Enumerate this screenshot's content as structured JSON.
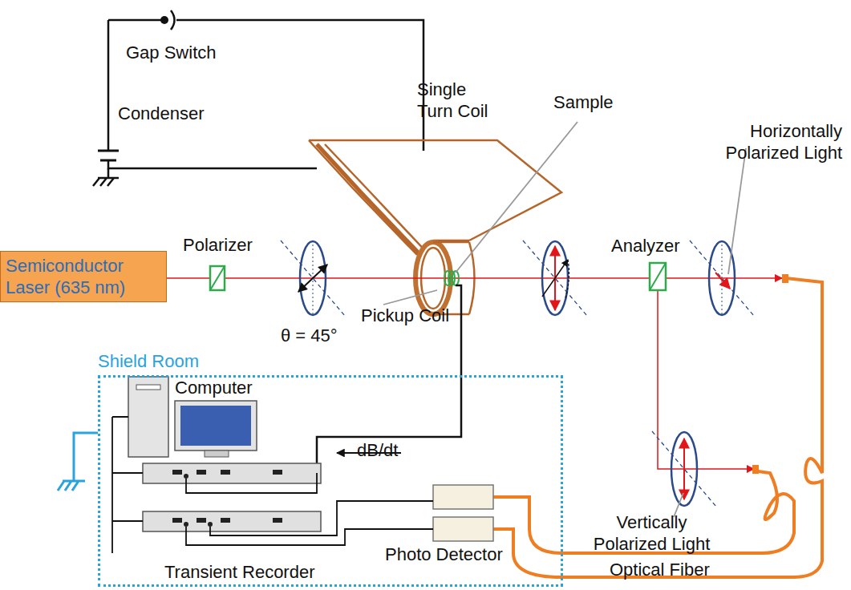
{
  "diagram": {
    "nodes": [
      {
        "text": [
          "Semiconductor Laser (635 nm)"
        ]
      },
      {
        "text": [
          "Shield Room"
        ]
      }
    ],
    "labels": [
      "Gap Switch",
      "Condenser",
      "Single Turn Coil",
      "Sample",
      "Horizontally Polarized Light",
      "Polarizer",
      "Analyzer",
      "θ = 45°",
      "Pickup Coil",
      "Computer",
      "dB/dt",
      "Vertically Polarized Light",
      "Photo Detector",
      "Optical Fiber",
      "Transient Recorder"
    ]
  }
}
